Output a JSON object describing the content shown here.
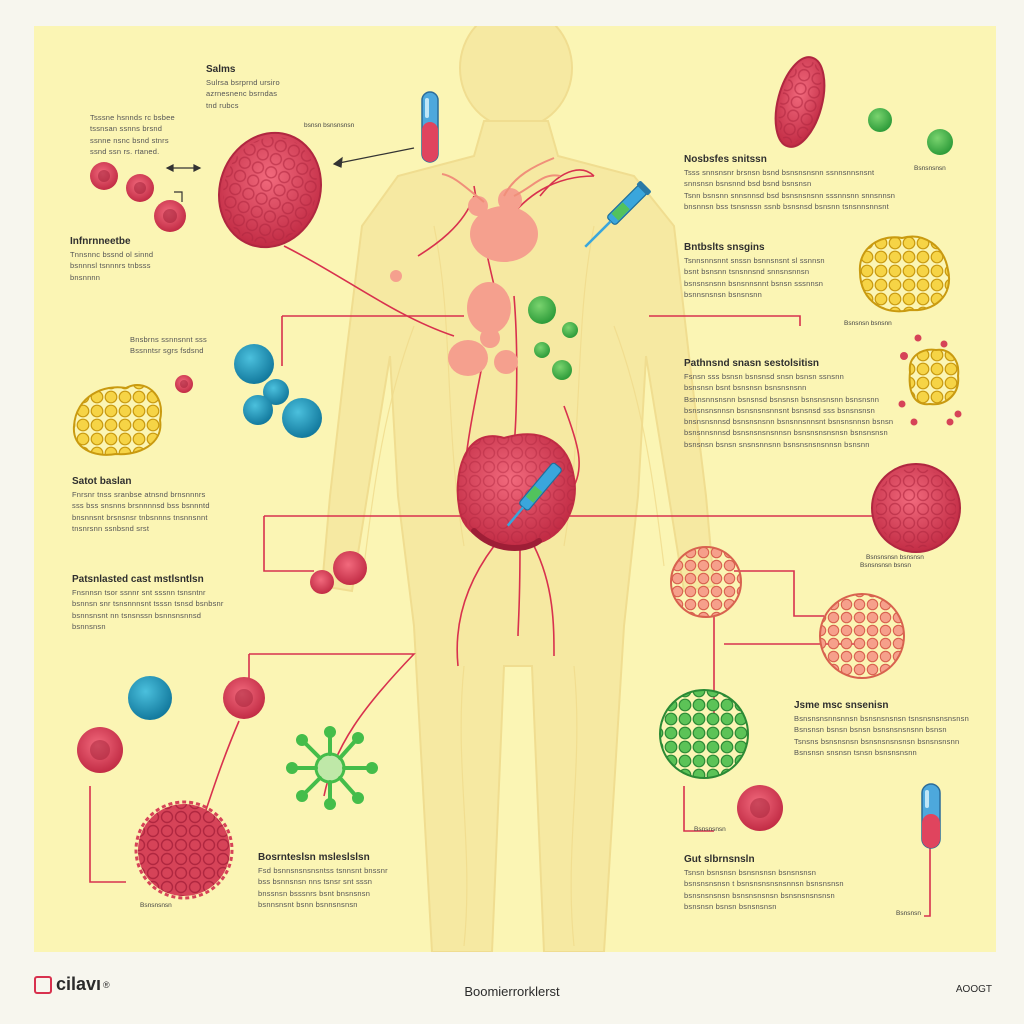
{
  "labels": [
    {
      "id": "top-left",
      "heading": "Salms",
      "lines": [
        "Sulrsa bsrprnd ursiro",
        "azrnesnenc bsrndas",
        "tnd rubcs"
      ]
    },
    {
      "id": "left-upper",
      "heading": "",
      "lines": [
        "Tsssne hsnnds rc bsbee",
        "tssnsan ssnns brsnd",
        "ssnne nsnc bsnd stnrs",
        "ssnd ssn rs. rtaned."
      ]
    },
    {
      "id": "left-infl",
      "heading": "Infnrnneetbe",
      "lines": [
        "Tnnsnnc bssnd ol sinnd",
        "bsnnnsl tsnnnrs tnbsss",
        "bnsnnnn"
      ]
    },
    {
      "id": "left-small",
      "heading": "",
      "lines": [
        "Bnsbrns ssnnsnnt sss",
        "Bssnntsr sgrs fsdsnd"
      ]
    },
    {
      "id": "left-satot",
      "heading": "Satot baslan",
      "lines": [
        "Fnrsnr tnss sranbse atnsnd brnsnnnrs",
        "sss bss snsnns brsnnnnsd bss bsnnntd",
        "bnsnnsnt brsnsnsr tnbsnnns tnsnnsnnt",
        "tnsnrsnn ssnbsnd srst"
      ]
    },
    {
      "id": "left-pathol",
      "heading": "Patsnlasted cast mstlsntlsn",
      "lines": [
        "Fnsnnsn tsor ssnnr snt sssnn tsnsntnr",
        "bsnnsn snr tsnsnnnsnt tsssn tsnsd bsnbsnr",
        "bsnnsnsnt nn tsnsnssn bsnnsnsnnsd",
        "bsnnsnsn"
      ]
    },
    {
      "id": "bottom-center",
      "heading": "Bosrnteslsn msleslslsn",
      "lines": [
        "Fsd bsnnsnsnsnsntss tsnnsnt bnssnr",
        "bss bsnnsnsn nns tsnsr snt sssn",
        "bnssnsn bsssnrs bsnt bnsnsnsn",
        "bsnnsnsnt bsnn bsnnsnsnsn"
      ]
    },
    {
      "id": "right-notab",
      "heading": "Nosbsfes snitssn",
      "lines": [
        "Tsss snnsnsnr brsnsn bsnd bsnsnsnsnn ssnnsnnsnsnt",
        "snnsnsn bsnsnnd bsd bsnd bsnsnsn",
        "Tsnn bsnsnn snnsnnsd bsd bsnsnsnsnn sssnnsnn snnsnnsn",
        "bnsnnsn bss tsnsnssn ssnb bsnsnsd bsnsnn tsnsnnsnnsnt"
      ]
    },
    {
      "id": "right-bntbs",
      "heading": "Bntbslts snsgins",
      "lines": [
        "Tsnnsnnsnnt snssn bsnnsnsnt sl ssnnsn",
        "bsnt bsnsnn tsnsnnsnd snnsnsnnsn",
        "bsnsnsnsnn bsnsnnsnnt bsnsn sssnnsn",
        "bsnnsnsnsn bsnsnsnn"
      ]
    },
    {
      "id": "right-pathed",
      "heading": "Pathnsnd snasn sestolsitisn",
      "lines": [
        "Fsnsn sss bsnsn bsnsnsd snsn bsnsn ssnsnn",
        "bsnsnsn bsnt bsnsnsn bsnsnsnsnn",
        "Bsnnsnnsnsnn bsnsnsd bsnsnsn bsnsnsnsnn bsnsnsnn",
        "bsnsnsnsnnsn bsnsnsnsnnsnt bsnsnsd sss bsnsnsnsn",
        "bnsnsnsnnsd bsnsnsnsnn bsnsnnsnnsnt bsnsnsnnsn bsnsn",
        "bsnsnnsnnsd bsnsnsnsnsnnsn bsnsnsnsnsnsn bsnsnsnsn",
        "bsnsnsn bsnsn snsnsnnsnn bsnsnsnsnsnnsn bsnsnn"
      ]
    },
    {
      "id": "right-jame",
      "heading": "Jsme msc snsenisn",
      "lines": [
        "Bsnsnsnsnnsnnsn bsnsnsnsnsn tsnsnsnsnsnsnsn",
        "Bsnsnsn bsnsn bsnsn bsnsnsnsnsnn bsnsn",
        "Tsnsns bsnsnsnsn bsnsnsnsnsnsn bsnsnsnsnn",
        "Bsnsnsn snsnsn tsnsn bsnsnsnsnn"
      ]
    },
    {
      "id": "right-gut",
      "heading": "Gut slbrnsnsln",
      "lines": [
        "Tsnsn bsnsnsn bsnsnsnsn bsnsnsnsn",
        "bsnsnsnsnsn t bsnsnsnsnsnsnnsn bsnsnsnsn",
        "bsnsnsnsnsn bsnsnsnsnsn bsnsnsnsnsnsn",
        "bsnsnsn bsnsn bsnsnsnsn"
      ]
    }
  ],
  "tags": [
    {
      "id": "tag-capsule",
      "text": "bsnsn bsnsnsnsn"
    },
    {
      "id": "tag-yellow",
      "text": "Bsnsnsn bsnsnn"
    },
    {
      "id": "tag-green-dots",
      "text": "Bsnsnsnsn"
    },
    {
      "id": "tag-red-right",
      "text": "Bsnsnsnsn bsnsnsn"
    },
    {
      "id": "tag-red-right-2",
      "text": "Bsnsnsnsn bsnsn"
    },
    {
      "id": "tag-green-big",
      "text": "Bsnsnsnsn"
    },
    {
      "id": "tag-bottom-left",
      "text": "Bsnsnsnsn"
    },
    {
      "id": "tag-bottom-right",
      "text": "Bsnsnsn"
    }
  ],
  "footer": {
    "brand": "cilavı",
    "brand_suffix": "®",
    "title": "Boomierrorklerst",
    "code": "AOOGT"
  },
  "colors": {
    "background": "#fbf5b4",
    "line": "#d8314e",
    "red_cell": "#d64358",
    "yellow_cell": "#f0c21f",
    "blue_cell": "#1d8fb3",
    "green_cell": "#44bd4a",
    "salmon_cell": "#f08f7a"
  }
}
